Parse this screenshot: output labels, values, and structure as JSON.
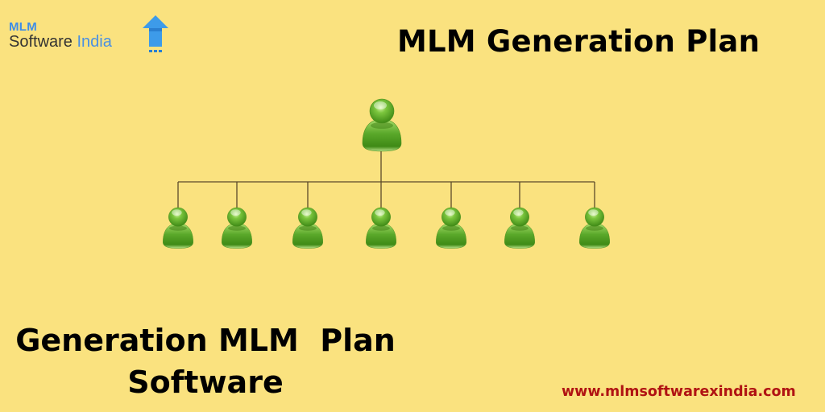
{
  "logo": {
    "line1": "MLM",
    "line2_a": "Software ",
    "line2_b": "India",
    "icon": "upload-arrow-icon",
    "colors": {
      "mlm": "#3f8de6",
      "software": "#333333",
      "india": "#4a90e2",
      "arrow": "#3d9be9"
    }
  },
  "header": {
    "title": "MLM Generation Plan"
  },
  "diagram": {
    "type": "org-tree",
    "root": {
      "label": "",
      "icon": "user-icon"
    },
    "children": [
      {
        "icon": "user-icon"
      },
      {
        "icon": "user-icon"
      },
      {
        "icon": "user-icon"
      },
      {
        "icon": "user-icon"
      },
      {
        "icon": "user-icon"
      },
      {
        "icon": "user-icon"
      },
      {
        "icon": "user-icon"
      }
    ],
    "node_color": "#5aa82a",
    "line_color": "#5c4a2a"
  },
  "footer": {
    "subtitle_line1": "Generation MLM  Plan",
    "subtitle_line2": "Software",
    "url": "www.mlmsoftwarexindia.com",
    "url_color": "#b01313"
  },
  "background_color": "#fae27f"
}
